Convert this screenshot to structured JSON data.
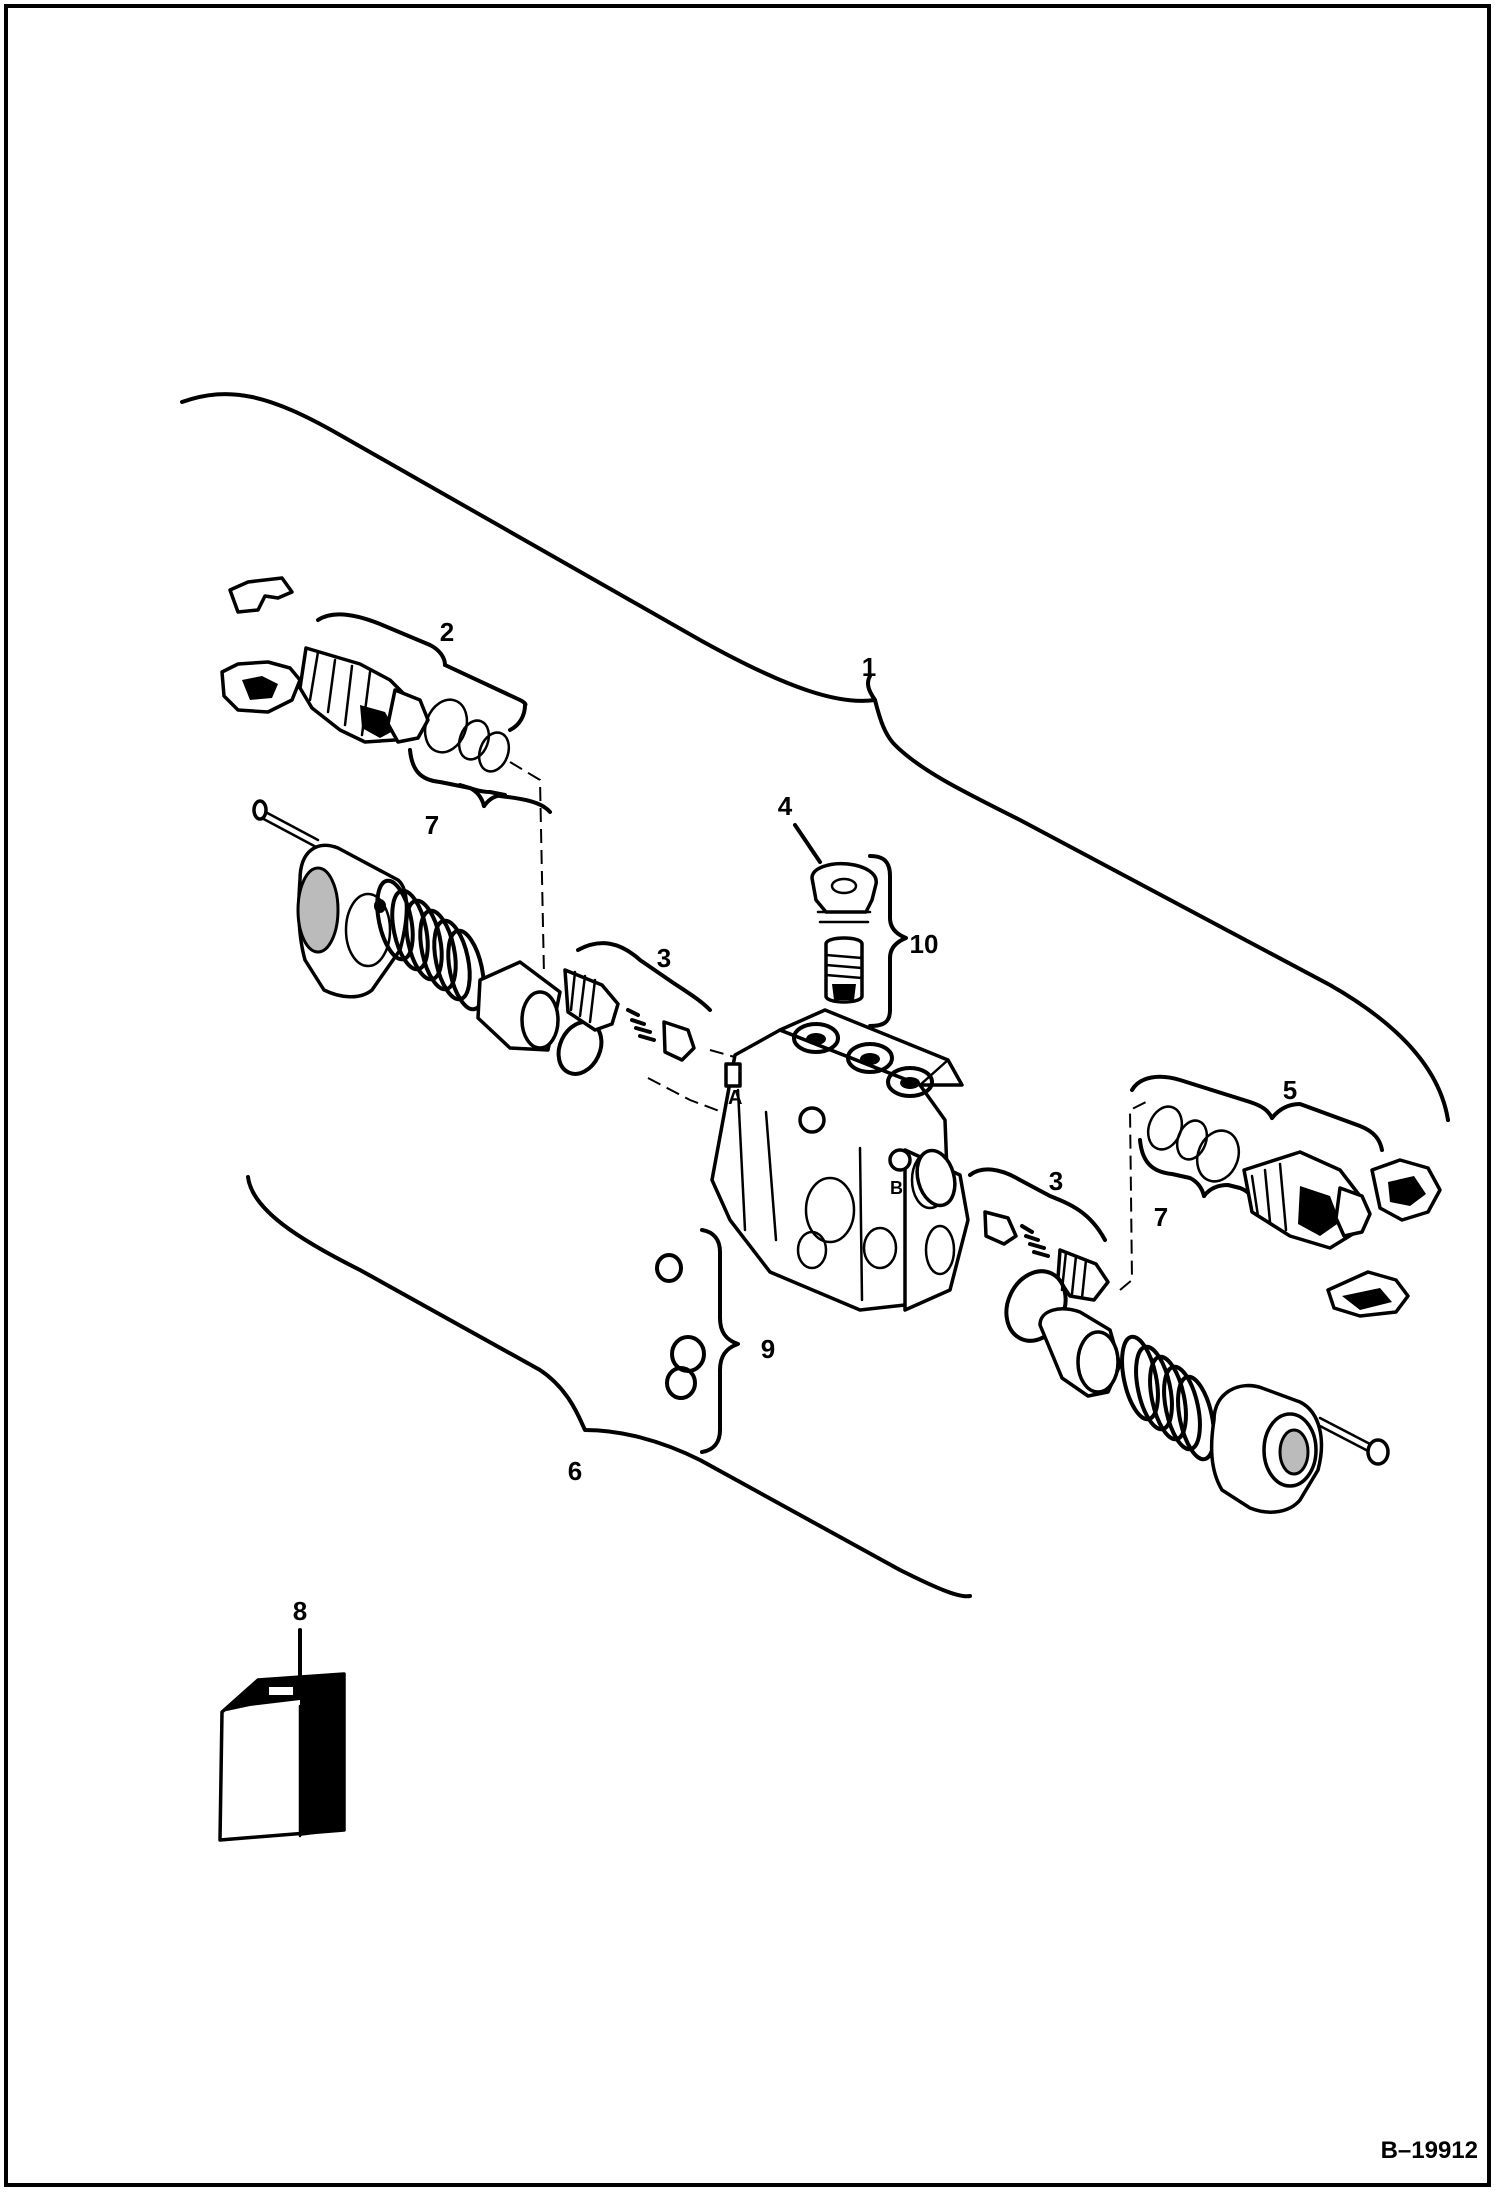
{
  "callouts": [
    {
      "id": "callout-1",
      "text": "1"
    },
    {
      "id": "callout-2",
      "text": "2"
    },
    {
      "id": "callout-3a",
      "text": "3"
    },
    {
      "id": "callout-3b",
      "text": "3"
    },
    {
      "id": "callout-4",
      "text": "4"
    },
    {
      "id": "callout-5",
      "text": "5"
    },
    {
      "id": "callout-6",
      "text": "6"
    },
    {
      "id": "callout-7a",
      "text": "7"
    },
    {
      "id": "callout-7b",
      "text": "7"
    },
    {
      "id": "callout-8",
      "text": "8"
    },
    {
      "id": "callout-9",
      "text": "9"
    },
    {
      "id": "callout-10",
      "text": "10"
    }
  ],
  "port_labels": {
    "a": "A",
    "b": "B"
  },
  "figure_id": "B–19912"
}
